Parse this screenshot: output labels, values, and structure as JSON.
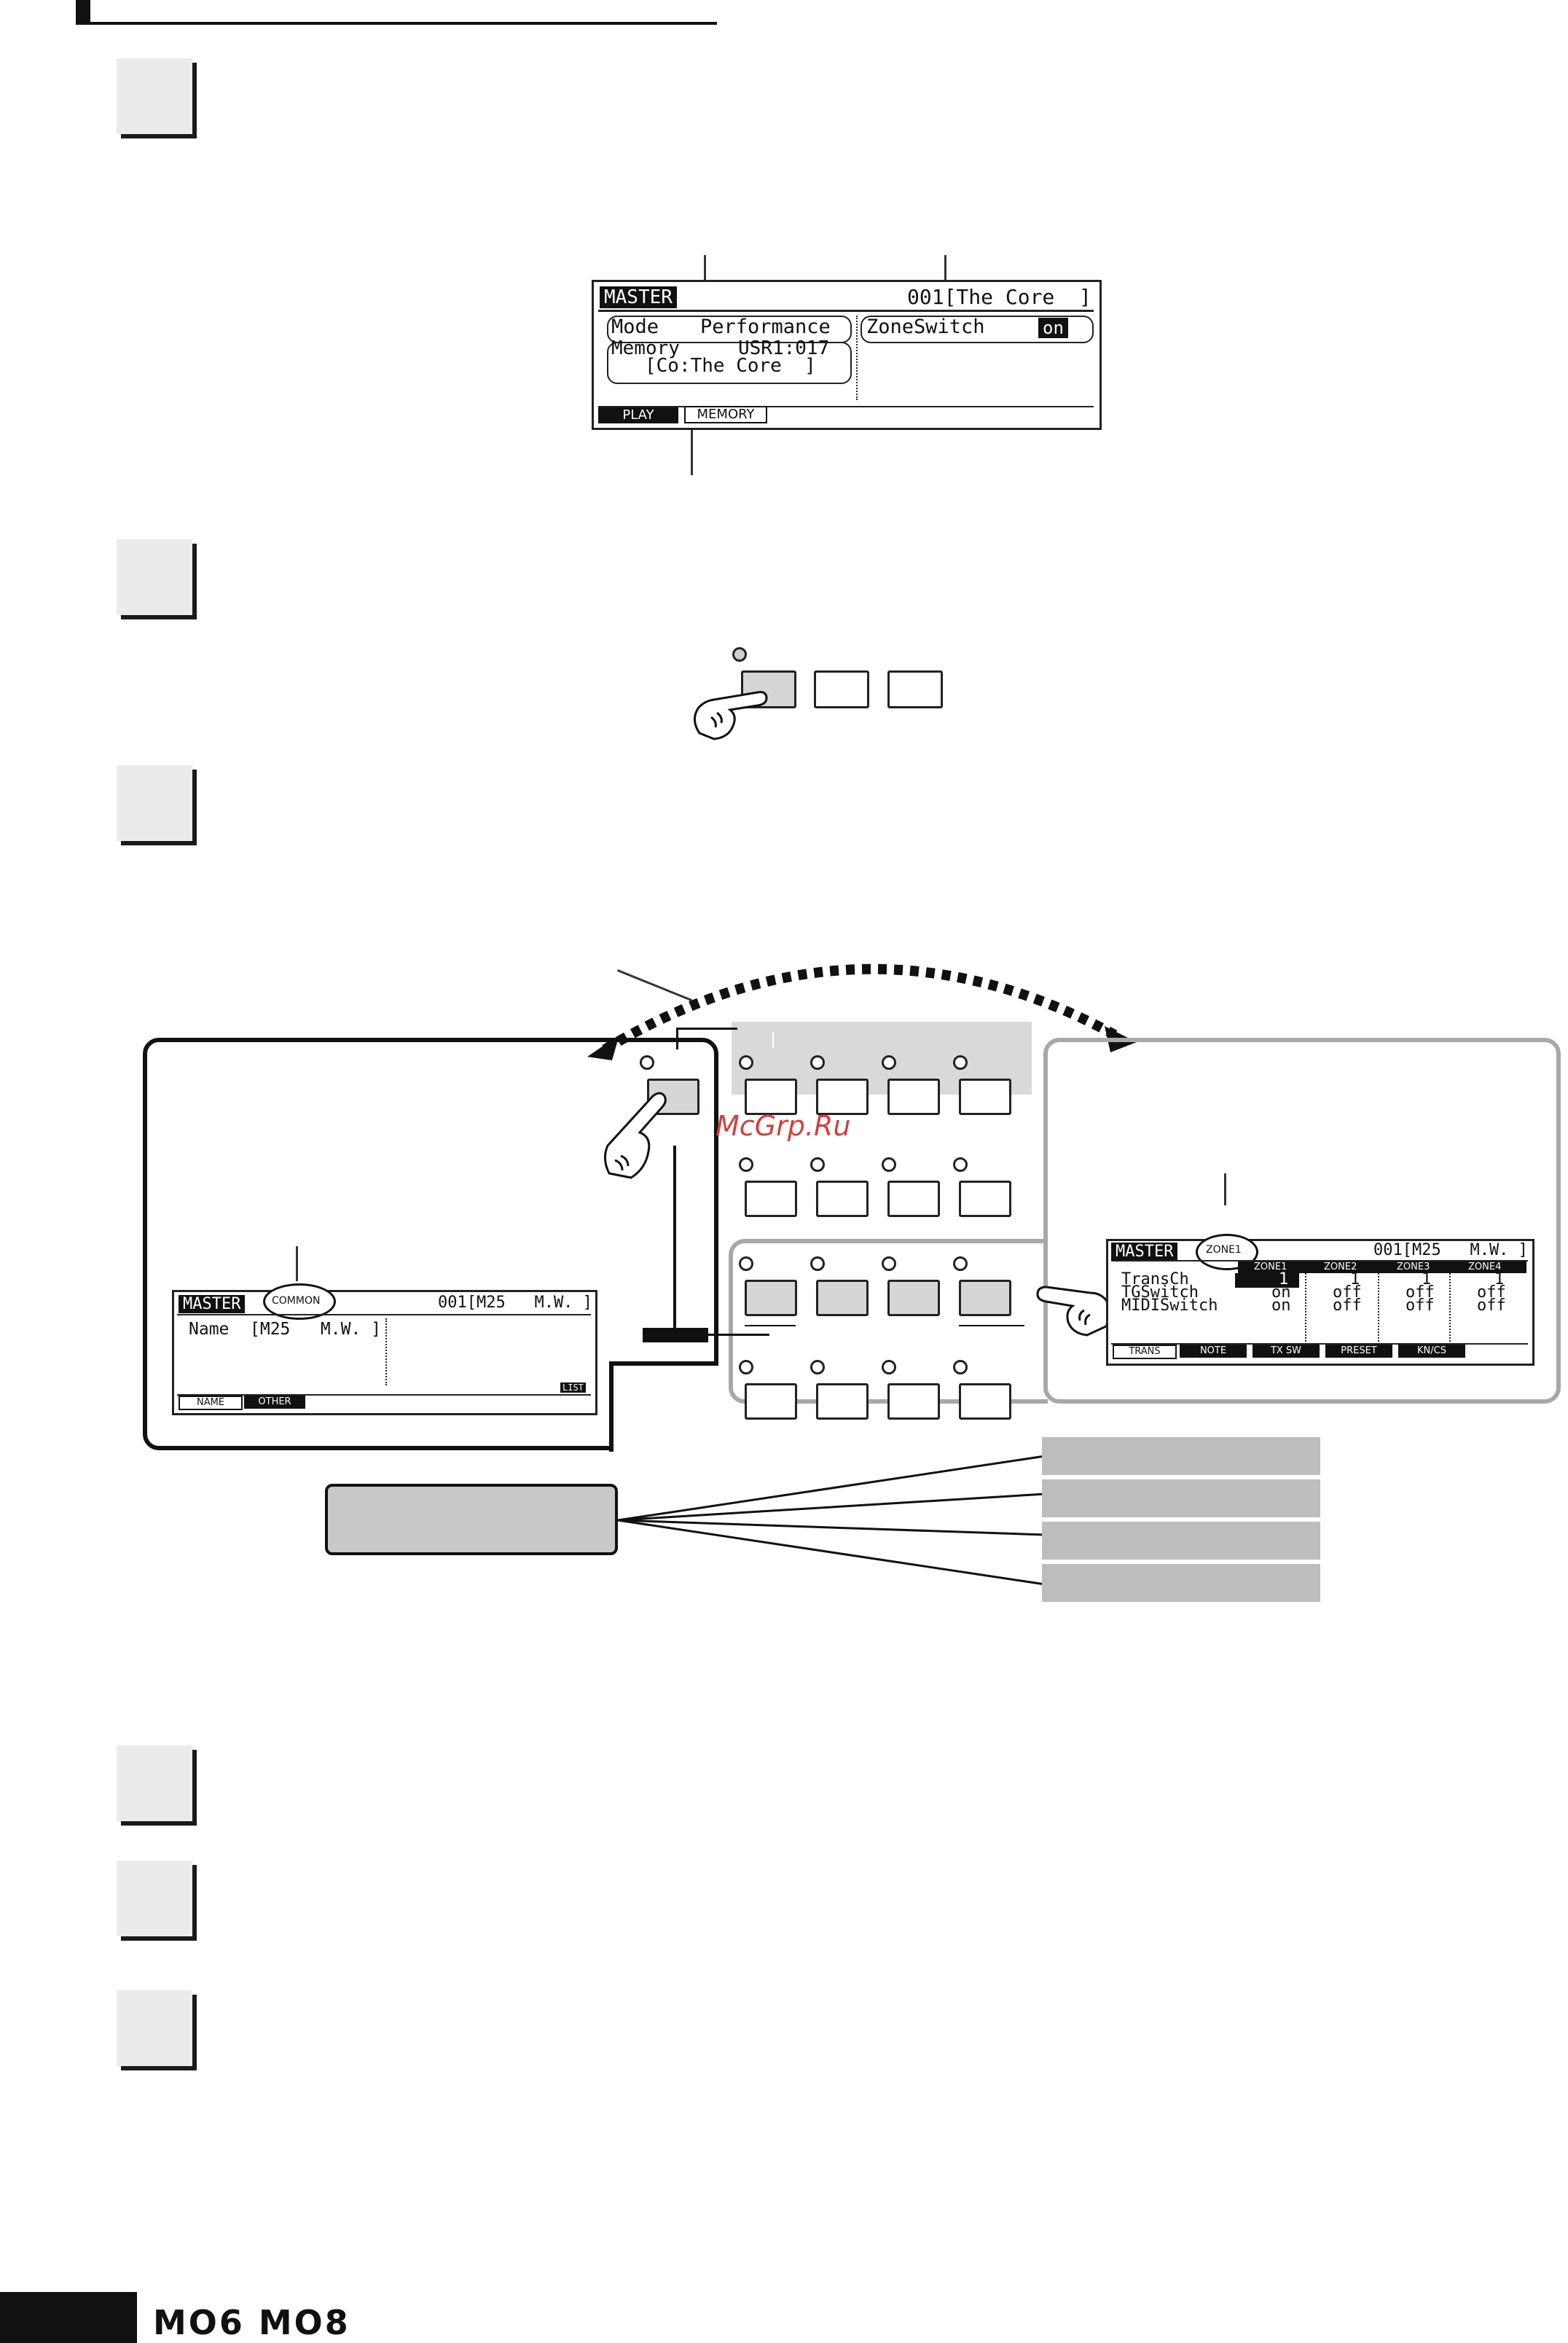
{
  "screen1": {
    "title": "MASTER",
    "header_right": "001[The Core  ]",
    "mode_label": "Mode",
    "mode_value": "Performance",
    "memory_label": "Memory",
    "memory_value": "USR1:017",
    "memory_name": "[Co:The Core  ]",
    "zoneswitch_label": "ZoneSwitch",
    "zoneswitch_value": "on",
    "tabs": [
      "PLAY",
      "MEMORY"
    ]
  },
  "screen_common": {
    "title": "MASTER",
    "badge": "COMMON",
    "header_right": "001[M25   M.W. ]",
    "name_label": "Name",
    "name_value": "[M25   M.W. ]",
    "list_label": "LIST",
    "tabs": [
      "NAME",
      "OTHER"
    ]
  },
  "screen_zone": {
    "title": "MASTER",
    "badge": "ZONE1",
    "header_right": "001[M25   M.W. ]",
    "columns": [
      "ZONE1",
      "ZONE2",
      "ZONE3",
      "ZONE4"
    ],
    "rows": [
      {
        "label": "TransCh",
        "values": [
          "1",
          "1",
          "1",
          "1"
        ]
      },
      {
        "label": "TGSwitch",
        "values": [
          "on",
          "off",
          "off",
          "off"
        ]
      },
      {
        "label": "MIDISwitch",
        "values": [
          "on",
          "off",
          "off",
          "off"
        ]
      }
    ],
    "tabs": [
      "TRANS",
      "NOTE",
      "TX SW",
      "PRESET",
      "KN/CS"
    ]
  },
  "footer": {
    "logo": "MO6 MO8"
  },
  "watermark": "McGrp.Ru"
}
